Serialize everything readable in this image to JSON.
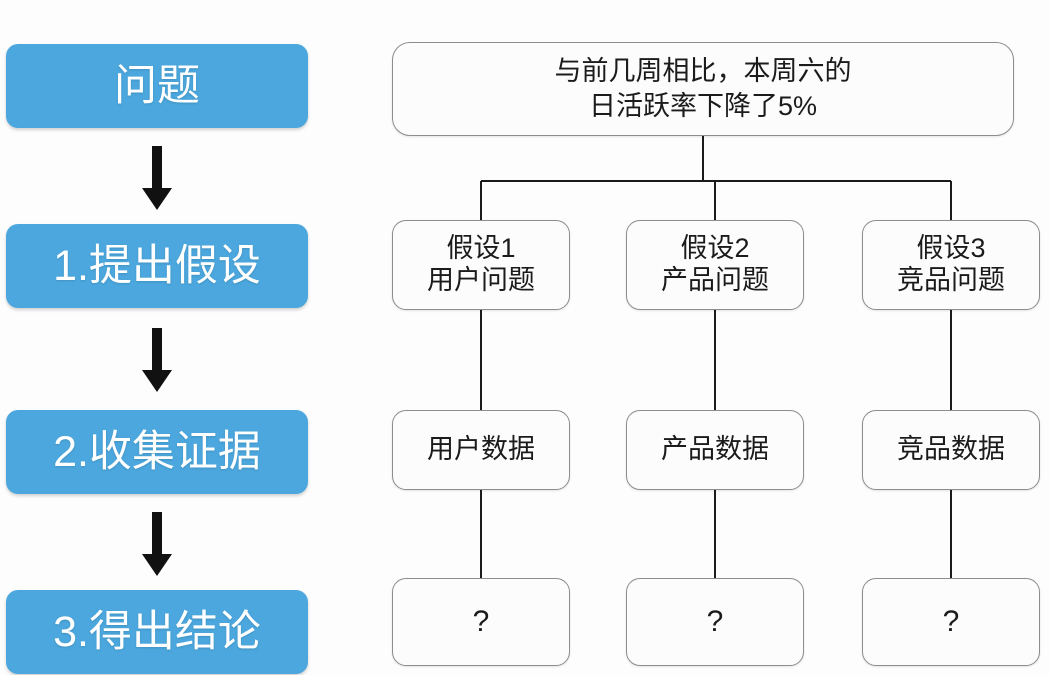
{
  "theme": {
    "accent_blue": "#4ba7dd",
    "node_border": "#8d8d8d",
    "node_fill": "#fcfcfc",
    "page_background": "#fdfdfd",
    "arrow_color": "#111111",
    "step_text_color": "#ffffff"
  },
  "process": {
    "steps": [
      {
        "label": "问题"
      },
      {
        "label": "1.提出假设"
      },
      {
        "label": "2.收集证据"
      },
      {
        "label": "3.得出结论"
      }
    ],
    "arrows": [
      {
        "name": "arrow-problem-to-hypothesis"
      },
      {
        "name": "arrow-hypothesis-to-evidence"
      },
      {
        "name": "arrow-evidence-to-conclusion"
      }
    ]
  },
  "tree": {
    "root": {
      "lines": [
        "与前几周相比，本周六的",
        "日活跃率下降了5%"
      ]
    },
    "branches": [
      {
        "hypothesis": {
          "lines": [
            "假设1",
            "用户问题"
          ]
        },
        "data": {
          "lines": [
            "用户数据"
          ]
        },
        "conclusion": {
          "lines": [
            "?"
          ]
        }
      },
      {
        "hypothesis": {
          "lines": [
            "假设2",
            "产品问题"
          ]
        },
        "data": {
          "lines": [
            "产品数据"
          ]
        },
        "conclusion": {
          "lines": [
            "?"
          ]
        }
      },
      {
        "hypothesis": {
          "lines": [
            "假设3",
            "竞品问题"
          ]
        },
        "data": {
          "lines": [
            "竞品数据"
          ]
        },
        "conclusion": {
          "lines": [
            "?"
          ]
        }
      }
    ]
  }
}
